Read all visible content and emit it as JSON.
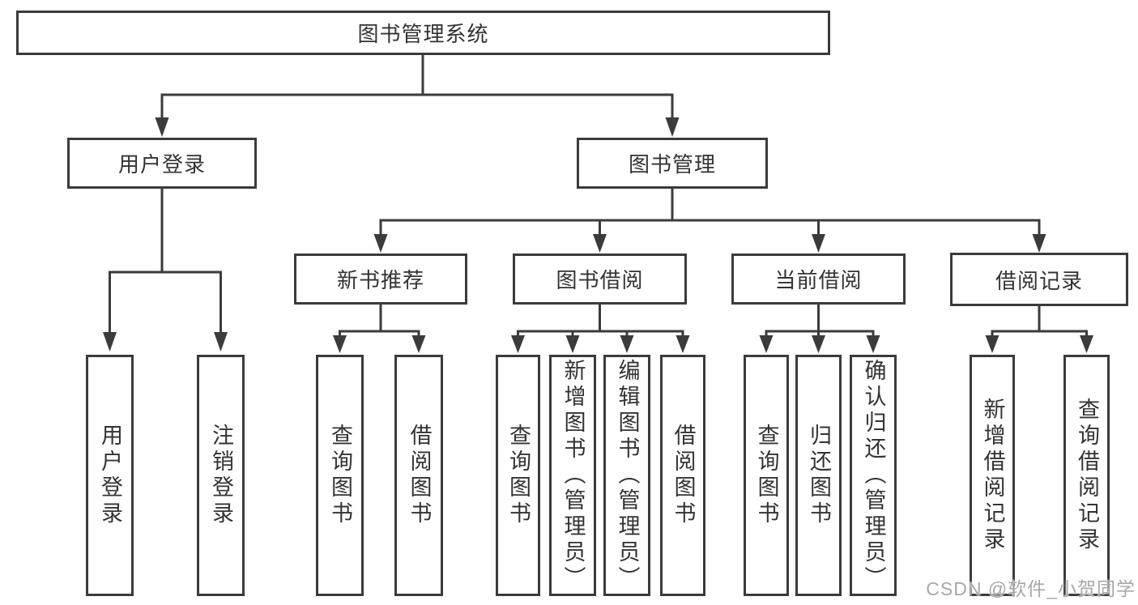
{
  "diagram": {
    "type": "hierarchy-tree",
    "orientation": "top-down"
  },
  "tree": {
    "label": "图书管理系统",
    "children": [
      {
        "label": "用户登录",
        "children": [
          {
            "label": "用户登录"
          },
          {
            "label": "注销登录"
          }
        ]
      },
      {
        "label": "图书管理",
        "children": [
          {
            "label": "新书推荐",
            "children": [
              {
                "label": "查询图书"
              },
              {
                "label": "借阅图书"
              }
            ]
          },
          {
            "label": "图书借阅",
            "children": [
              {
                "label": "查询图书"
              },
              {
                "label": "新增图书（管理员）"
              },
              {
                "label": "编辑图书（管理员）"
              },
              {
                "label": "借阅图书"
              }
            ]
          },
          {
            "label": "当前借阅",
            "children": [
              {
                "label": "查询图书"
              },
              {
                "label": "归还图书"
              },
              {
                "label": "确认归还（管理员）"
              }
            ]
          },
          {
            "label": "借阅记录",
            "children": [
              {
                "label": "新增借阅记录"
              },
              {
                "label": "查询借阅记录"
              }
            ]
          }
        ]
      }
    ]
  },
  "watermark": {
    "text": "CSDN @软件_小贺同学"
  },
  "colors": {
    "line": "#3b3b3b",
    "text": "#333333",
    "background": "#ffffff",
    "watermark": "#a8a8a8"
  }
}
